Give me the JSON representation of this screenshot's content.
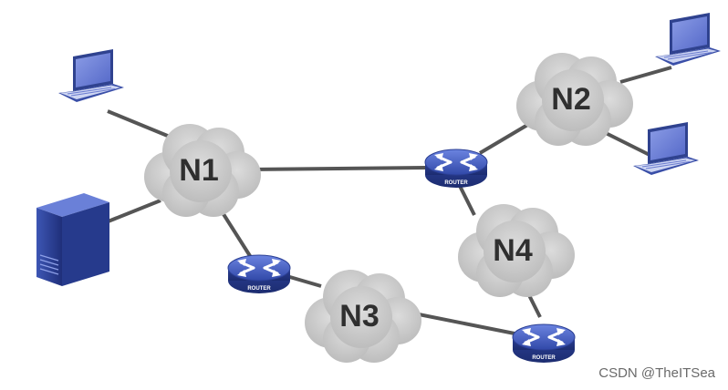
{
  "networks": [
    {
      "id": "N1",
      "label": "N1"
    },
    {
      "id": "N2",
      "label": "N2"
    },
    {
      "id": "N3",
      "label": "N3"
    },
    {
      "id": "N4",
      "label": "N4"
    }
  ],
  "routers": [
    {
      "id": "R1",
      "label": "ROUTER"
    },
    {
      "id": "R2",
      "label": "ROUTER"
    },
    {
      "id": "R3",
      "label": "ROUTER"
    }
  ],
  "hosts": [
    {
      "id": "laptop-1",
      "icon": "laptop-icon"
    },
    {
      "id": "laptop-2",
      "icon": "laptop-icon"
    },
    {
      "id": "laptop-3",
      "icon": "laptop-icon"
    },
    {
      "id": "server-1",
      "icon": "server-icon"
    }
  ],
  "links": [
    [
      "laptop-1",
      "N1"
    ],
    [
      "server-1",
      "N1"
    ],
    [
      "N1",
      "R2"
    ],
    [
      "N1",
      "R1"
    ],
    [
      "R1",
      "N3"
    ],
    [
      "N3",
      "R3"
    ],
    [
      "R3",
      "N4"
    ],
    [
      "N4",
      "R2"
    ],
    [
      "R2",
      "N2"
    ],
    [
      "N2",
      "laptop-2"
    ],
    [
      "N2",
      "laptop-3"
    ]
  ],
  "colors": {
    "cloud": "#c9c9c9",
    "link": "#555555",
    "router": "#3a53b8",
    "laptop": "#4a5fbf",
    "server": "#2a3f8f"
  },
  "watermark": "CSDN @TheITSea"
}
